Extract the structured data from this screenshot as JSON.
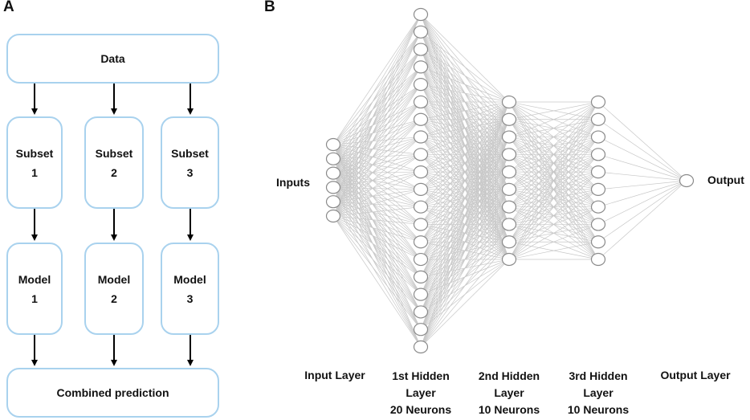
{
  "panels": {
    "a": "A",
    "b": "B"
  },
  "ensemble": {
    "data": "Data",
    "subsets": [
      "Subset\n1",
      "Subset\n2",
      "Subset\n3"
    ],
    "models": [
      "Model\n1",
      "Model\n2",
      "Model\n3"
    ],
    "combined": "Combined prediction"
  },
  "network": {
    "input_label": "Inputs",
    "output_label": "Output",
    "layers": [
      {
        "label": "Input Layer",
        "neurons": 6
      },
      {
        "label": "1st Hidden\nLayer\n20 Neurons",
        "neurons": 20
      },
      {
        "label": "2nd Hidden\nLayer\n10 Neurons",
        "neurons": 10
      },
      {
        "label": "3rd Hidden\nLayer\n10 Neurons",
        "neurons": 10
      },
      {
        "label": "Output Layer",
        "neurons": 1
      }
    ],
    "colors": {
      "box_border": "#a9d2ee",
      "edge": "#c8c8c8",
      "node_stroke": "#8a8a8a",
      "arrow": "#000000"
    }
  }
}
